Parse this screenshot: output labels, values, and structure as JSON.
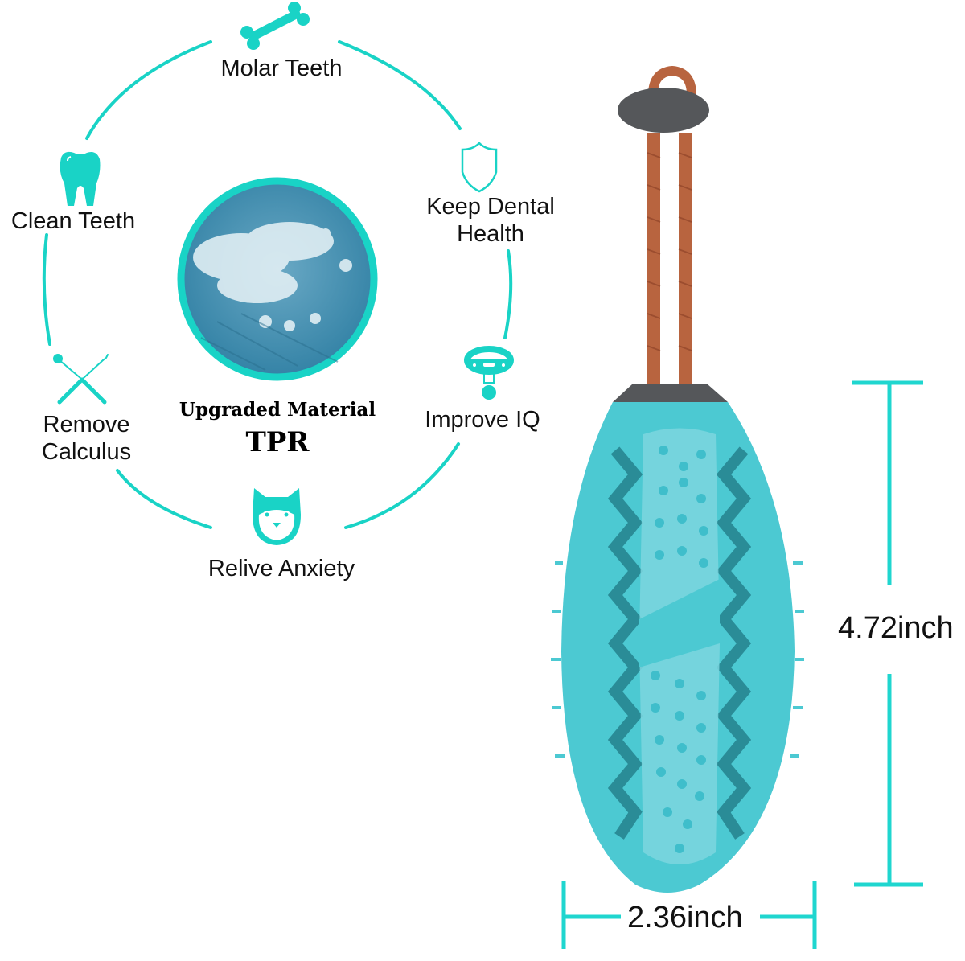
{
  "colors": {
    "accent_teal": "#19d3c6",
    "dimension_teal": "#1fd6cf",
    "toy_body": "#4cc9d2",
    "toy_dark": "#2a8c97",
    "rope": "#b8643f",
    "cap_gray": "#55575a",
    "text": "#111111"
  },
  "features": [
    {
      "label": "Molar Teeth",
      "icon": "bone-icon"
    },
    {
      "label_line1": "Keep Dental",
      "label_line2": "Health",
      "icon": "shield-icon"
    },
    {
      "label": "Improve IQ",
      "icon": "collar-icon"
    },
    {
      "label": "Relive Anxiety",
      "icon": "dog-face-icon"
    },
    {
      "label_line1": "Remove",
      "label_line2": "Calculus",
      "icon": "dental-tools-icon"
    },
    {
      "label": "Clean Teeth",
      "icon": "tooth-icon"
    }
  ],
  "material": {
    "title": "Upgraded Material",
    "name": "TPR"
  },
  "dimensions": {
    "height": "4.72inch",
    "width": "2.36inch"
  }
}
